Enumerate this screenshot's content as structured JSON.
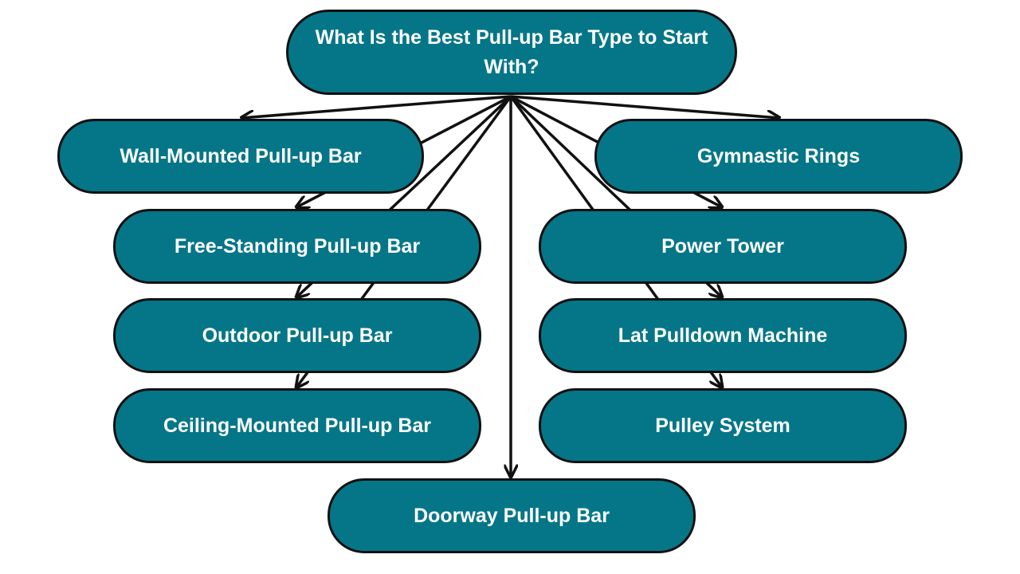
{
  "diagram": {
    "root": "What Is the Best Pull-up Bar Type to Start With?",
    "nodes": {
      "wall": "Wall-Mounted Pull-up Bar",
      "rings": "Gymnastic Rings",
      "free": "Free-Standing Pull-up Bar",
      "power": "Power Tower",
      "outdoor": "Outdoor Pull-up Bar",
      "lat": "Lat Pulldown Machine",
      "ceiling": "Ceiling-Mounted Pull-up Bar",
      "pulley": "Pulley System",
      "doorway": "Doorway Pull-up Bar"
    }
  },
  "colors": {
    "node_fill": "#057687",
    "node_border": "#111111",
    "text": "#ffffff",
    "connector": "#111111"
  }
}
